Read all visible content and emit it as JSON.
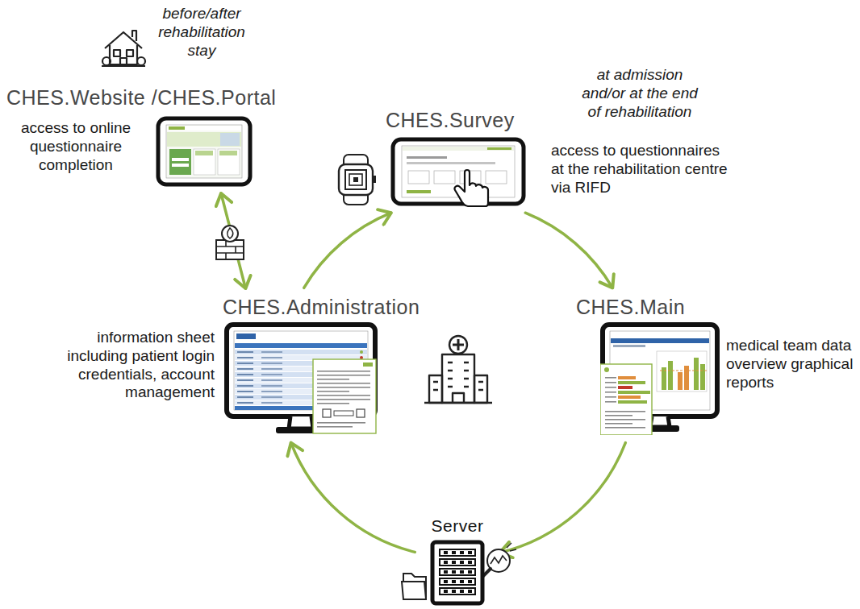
{
  "diagram": {
    "nodes": [
      {
        "text": [
          "CHES.Website /CHES.Portal",
          "access to online questionnaire completion"
        ]
      },
      {
        "text": [
          "CHES.Survey",
          "access to questionnaires at the rehabilitation centre via RIFD"
        ]
      },
      {
        "text": [
          "CHES.Main",
          "medical team data overview graphical reports"
        ]
      },
      {
        "text": [
          "CHES.Administration",
          "information sheet including patient login credentials, account management"
        ]
      },
      {
        "text": [
          "Server"
        ]
      }
    ],
    "edges": [
      {
        "from": 3,
        "to": 1,
        "arrow": "to"
      },
      {
        "from": 1,
        "to": 2,
        "arrow": "to"
      },
      {
        "from": 2,
        "to": 4,
        "arrow": "to"
      },
      {
        "from": 4,
        "to": 3,
        "arrow": "to"
      },
      {
        "from": 0,
        "to": 3,
        "arrow": "both"
      }
    ],
    "labels": [
      "before/after rehabilitation stay",
      "at admission and/or at the end of rehabilitation"
    ]
  }
}
